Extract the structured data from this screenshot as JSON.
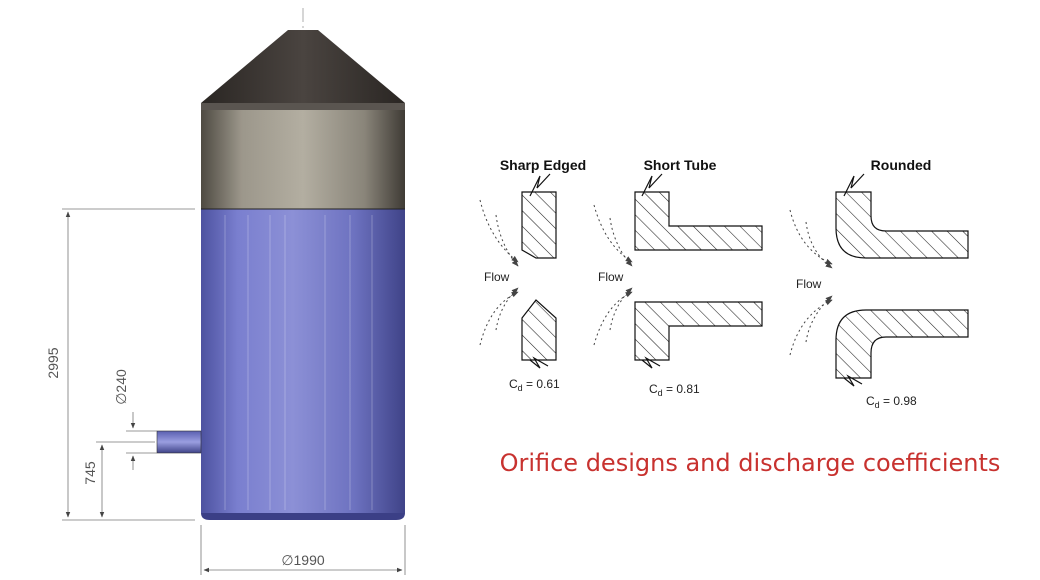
{
  "tank": {
    "height_dim": "2995",
    "outlet_height_dim": "745",
    "outlet_diameter_dim": "∅240",
    "diameter_dim": "∅1990"
  },
  "orifices": [
    {
      "title": "Sharp Edged",
      "flow": "Flow",
      "cd_prefix": "C",
      "cd_sub": "d",
      "cd_value": " = 0.61"
    },
    {
      "title": "Short Tube",
      "flow": "Flow",
      "cd_prefix": "C",
      "cd_sub": "d",
      "cd_value": " = 0.81"
    },
    {
      "title": "Rounded",
      "flow": "Flow",
      "cd_prefix": "C",
      "cd_sub": "d",
      "cd_value": " = 0.98"
    }
  ],
  "caption": "Orifice designs and discharge coefficients",
  "colors": {
    "caption": "#c8322f",
    "water": "#6f74c4",
    "steel": "#8f8b80",
    "cone": "#3a3531"
  }
}
